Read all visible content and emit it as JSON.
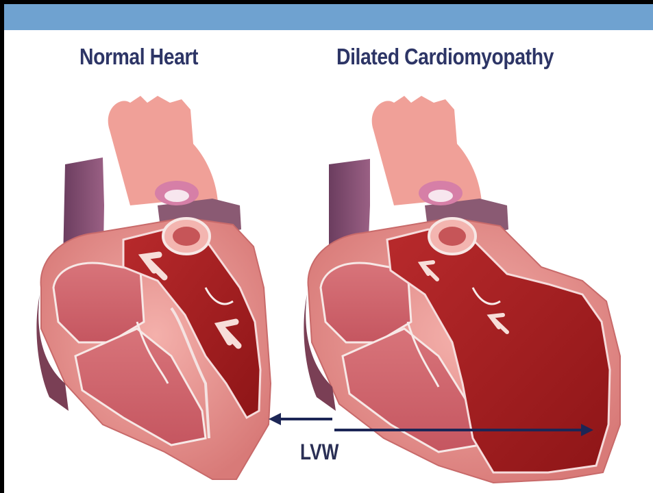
{
  "header": {
    "bar_color": "#6fa2d0"
  },
  "titles": {
    "normal": "Normal Heart",
    "dilated": "Dilated Cardiomyopathy"
  },
  "measurement": {
    "label": "LVW"
  },
  "colors": {
    "title_text": "#2d3566",
    "arrow": "#1c2656",
    "muscle": "#e58f8c",
    "chamber_blood": "#a81d1f",
    "chamber_inner": "#c9545a",
    "vessel_purple": "#7b4a6b"
  },
  "icons": [
    "heart-illustration-icon",
    "flow-arrow-icon",
    "measurement-arrow-icon"
  ]
}
